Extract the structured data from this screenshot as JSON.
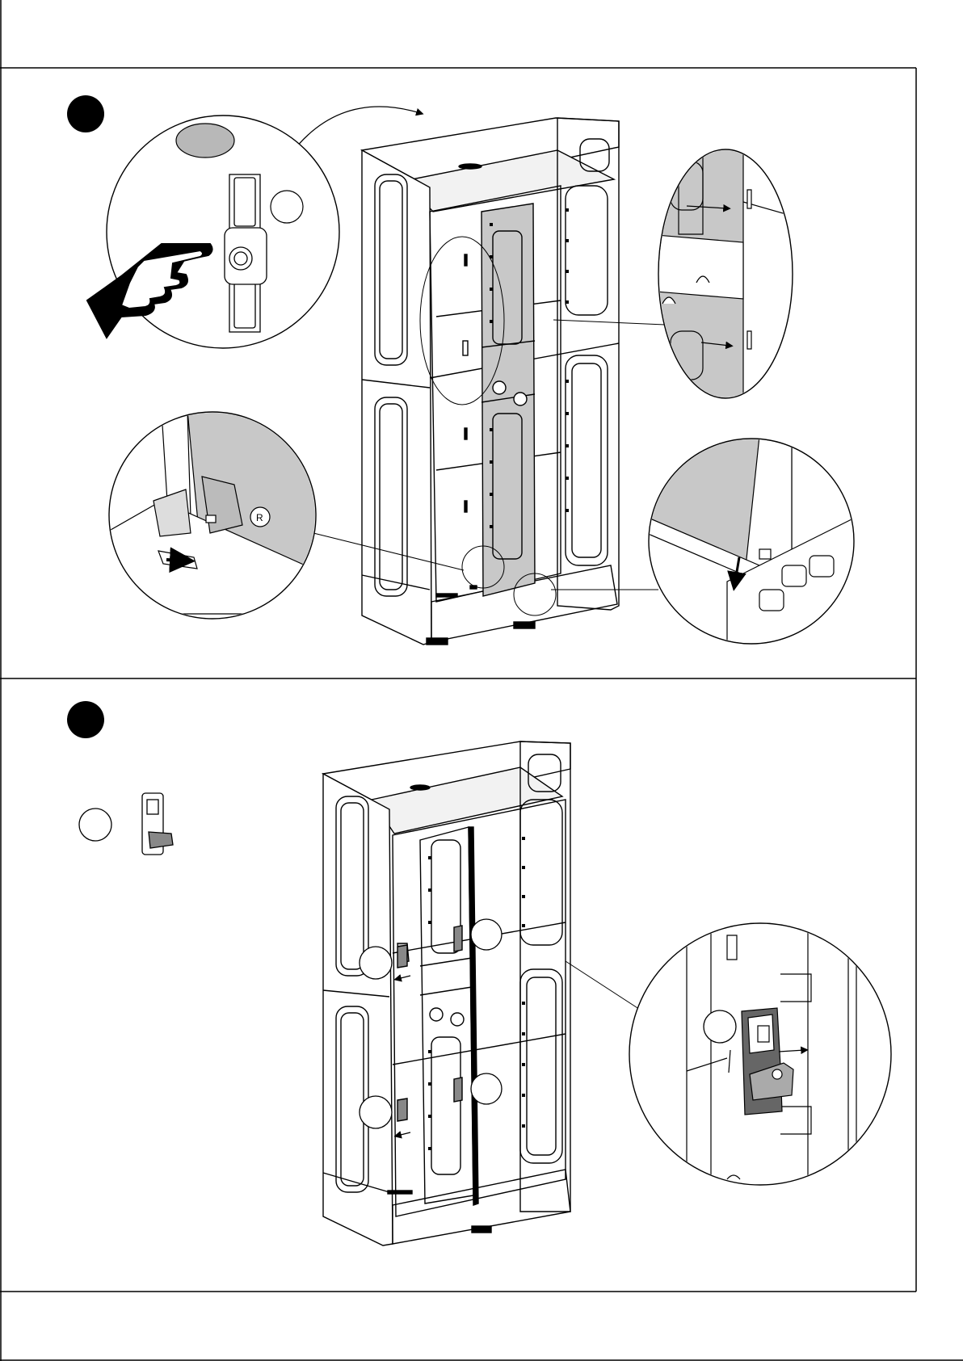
{
  "document": {
    "type": "assembly-instructions",
    "steps": [
      {
        "callouts": [
          {
            "name": "press-button-detail"
          },
          {
            "name": "top-hinge-detail"
          },
          {
            "name": "bottom-left-pin-detail"
          },
          {
            "name": "bottom-right-pin-detail"
          }
        ]
      },
      {
        "callouts": [
          {
            "name": "latch-part-legend"
          },
          {
            "name": "latch-insert-detail"
          }
        ]
      }
    ],
    "colors": {
      "line": "#000000",
      "panel_fill": "#c8c8c8",
      "oval_fill": "#b8b8b8",
      "paper": "#ffffff"
    }
  }
}
